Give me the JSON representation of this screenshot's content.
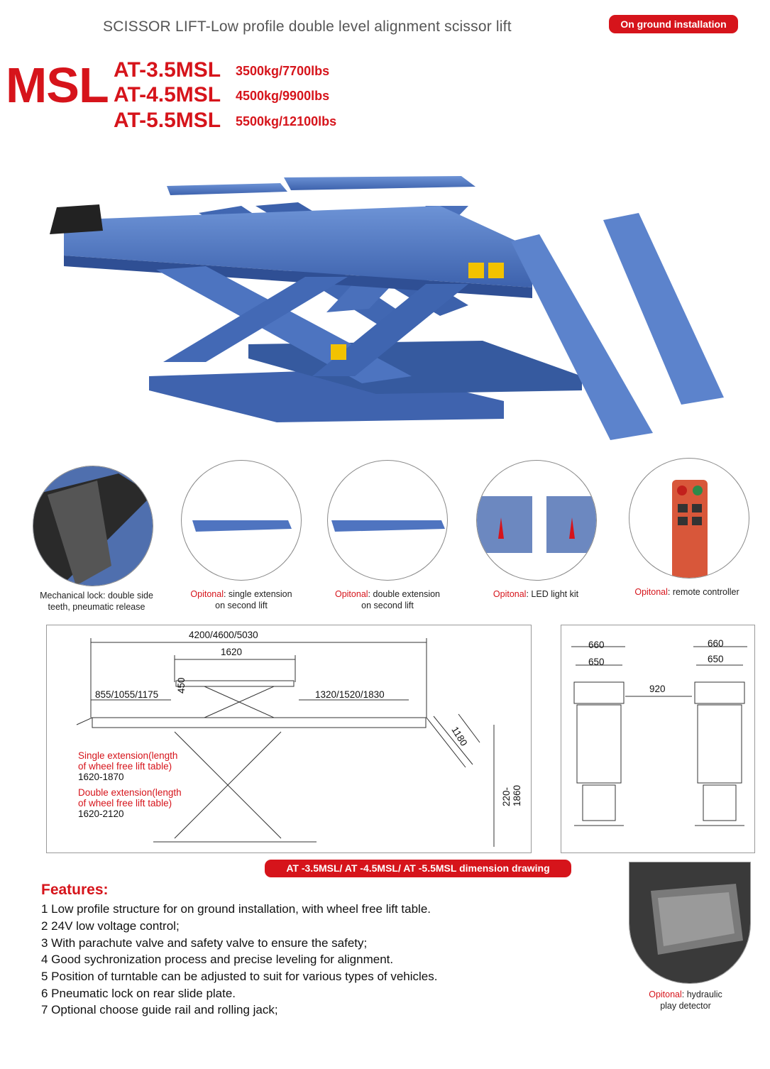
{
  "header": {
    "title": "SCISSOR LIFT-Low profile double level alignment scissor lift",
    "badge": "On ground installation"
  },
  "brand": "MSL",
  "models": [
    {
      "name": "AT-3.5MSL",
      "capacity": "3500kg/7700lbs"
    },
    {
      "name": "AT-4.5MSL",
      "capacity": "4500kg/9900lbs"
    },
    {
      "name": "AT-5.5MSL",
      "capacity": "5500kg/12100lbs"
    }
  ],
  "colors": {
    "accent": "#d6141b",
    "lift_blue": "#4f79c4"
  },
  "thumbnails": [
    {
      "icon": "mechanical-lock-photo",
      "line1": "Mechanical lock: double side",
      "line2": "teeth, pneumatic release"
    },
    {
      "icon": "single-extension-photo",
      "prefix": "Opitonal",
      "line1": ": single extension",
      "line2": "on second lift"
    },
    {
      "icon": "double-extension-photo",
      "prefix": "Opitonal",
      "line1": ": double extension",
      "line2": "on second lift"
    },
    {
      "icon": "led-light-kit-photo",
      "prefix": "Opitonal",
      "line1": ": LED light kit"
    },
    {
      "icon": "remote-controller-photo",
      "prefix": "Opitonal",
      "line1": ": remote controller"
    }
  ],
  "side_drawing": {
    "overall_length": "4200/4600/5030",
    "platform_length": "1620",
    "left_length": "855/1055/1175",
    "lift_height": "450",
    "right_length": "1320/1520/1830",
    "ramp_length": "1180",
    "height_range": "220-1860",
    "single_ext_label": "Single extension(length",
    "single_ext_label2": "of wheel free lift table)",
    "single_ext_value": "1620-1870",
    "double_ext_label": "Double extension(length",
    "double_ext_label2": "of wheel free lift table)",
    "double_ext_value": "1620-2120"
  },
  "front_drawing": {
    "outer_width_left": "660",
    "inner_width_left": "650",
    "outer_width_right": "660",
    "inner_width_right": "650",
    "gap": "920"
  },
  "drawing_caption": "AT -3.5MSL/ AT -4.5MSL/ AT -5.5MSL dimension drawing",
  "features": {
    "title": "Features:",
    "items": [
      "1 Low profile structure for on ground installation, with wheel free lift table.",
      "2 24V low voltage control;",
      "3 With parachute valve and safety valve to ensure the safety;",
      "4 Good sychronization process and precise leveling for alignment.",
      "5 Position of turntable can be adjusted to suit for various types of vehicles.",
      "6 Pneumatic lock on rear slide plate.",
      "7 Optional choose guide rail and rolling jack;"
    ]
  },
  "play_detector": {
    "icon": "play-detector-photo",
    "prefix": "Opitonal",
    "line1": ": hydraulic",
    "line2": "play detector"
  }
}
